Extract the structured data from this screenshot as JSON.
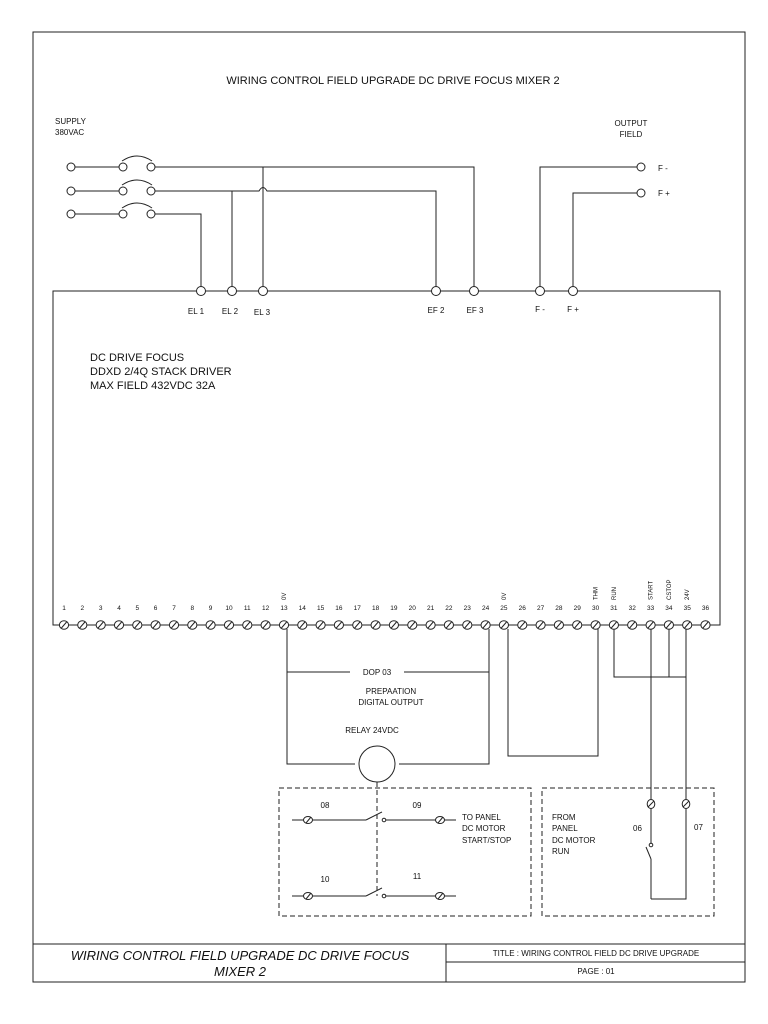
{
  "diagram_title": "WIRING CONTROL FIELD UPGRADE DC DRIVE FOCUS MIXER 2",
  "supply_label": [
    "SUPPLY",
    "380VAC"
  ],
  "output_label": [
    "OUTPUT",
    "FIELD"
  ],
  "output_terms": [
    "F -",
    "F +"
  ],
  "top_terms": [
    "EL 1",
    "EL 2",
    "EL 3",
    "EF 2",
    "EF 3",
    "F -",
    "F +"
  ],
  "drive_lines": [
    "DC DRIVE FOCUS",
    "DDXD 2/4Q STACK DRIVER",
    "MAX FIELD 432VDC 32A"
  ],
  "terminal_numbers": [
    "1",
    "2",
    "3",
    "4",
    "5",
    "6",
    "7",
    "8",
    "9",
    "10",
    "11",
    "12",
    "13",
    "14",
    "15",
    "16",
    "17",
    "18",
    "19",
    "20",
    "21",
    "22",
    "23",
    "24",
    "25",
    "26",
    "27",
    "28",
    "29",
    "30",
    "31",
    "32",
    "33",
    "34",
    "35",
    "36"
  ],
  "terminal_tags": [
    {
      "terminal": 13,
      "text": "0V"
    },
    {
      "terminal": 25,
      "text": "0V"
    },
    {
      "terminal": 30,
      "text": "THM"
    },
    {
      "terminal": 31,
      "text": "RUN"
    },
    {
      "terminal": 33,
      "text": "START"
    },
    {
      "terminal": 34,
      "text": "CSTOP"
    },
    {
      "terminal": 35,
      "text": "24V"
    }
  ],
  "dop_label": "DOP 03",
  "output_desc": [
    "PREPAATION",
    "DIGITAL OUTPUT"
  ],
  "relay_label": "RELAY 24VDC",
  "contacts_left": {
    "t1": "08",
    "t2": "09",
    "t3": "10",
    "t4": "11"
  },
  "to_panel": [
    "TO PANEL",
    "DC MOTOR",
    "START/STOP"
  ],
  "from_panel": [
    "FROM",
    "PANEL",
    "DC MOTOR",
    "RUN"
  ],
  "contacts_right": {
    "t1": "06",
    "t2": "07"
  },
  "footer": {
    "title_big_1": "WIRING CONTROL FIELD UPGRADE DC DRIVE FOCUS",
    "title_big_2": "MIXER 2",
    "title_small": "TITLE : WIRING CONTROL FIELD DC DRIVE UPGRADE",
    "page": "PAGE : 01"
  }
}
